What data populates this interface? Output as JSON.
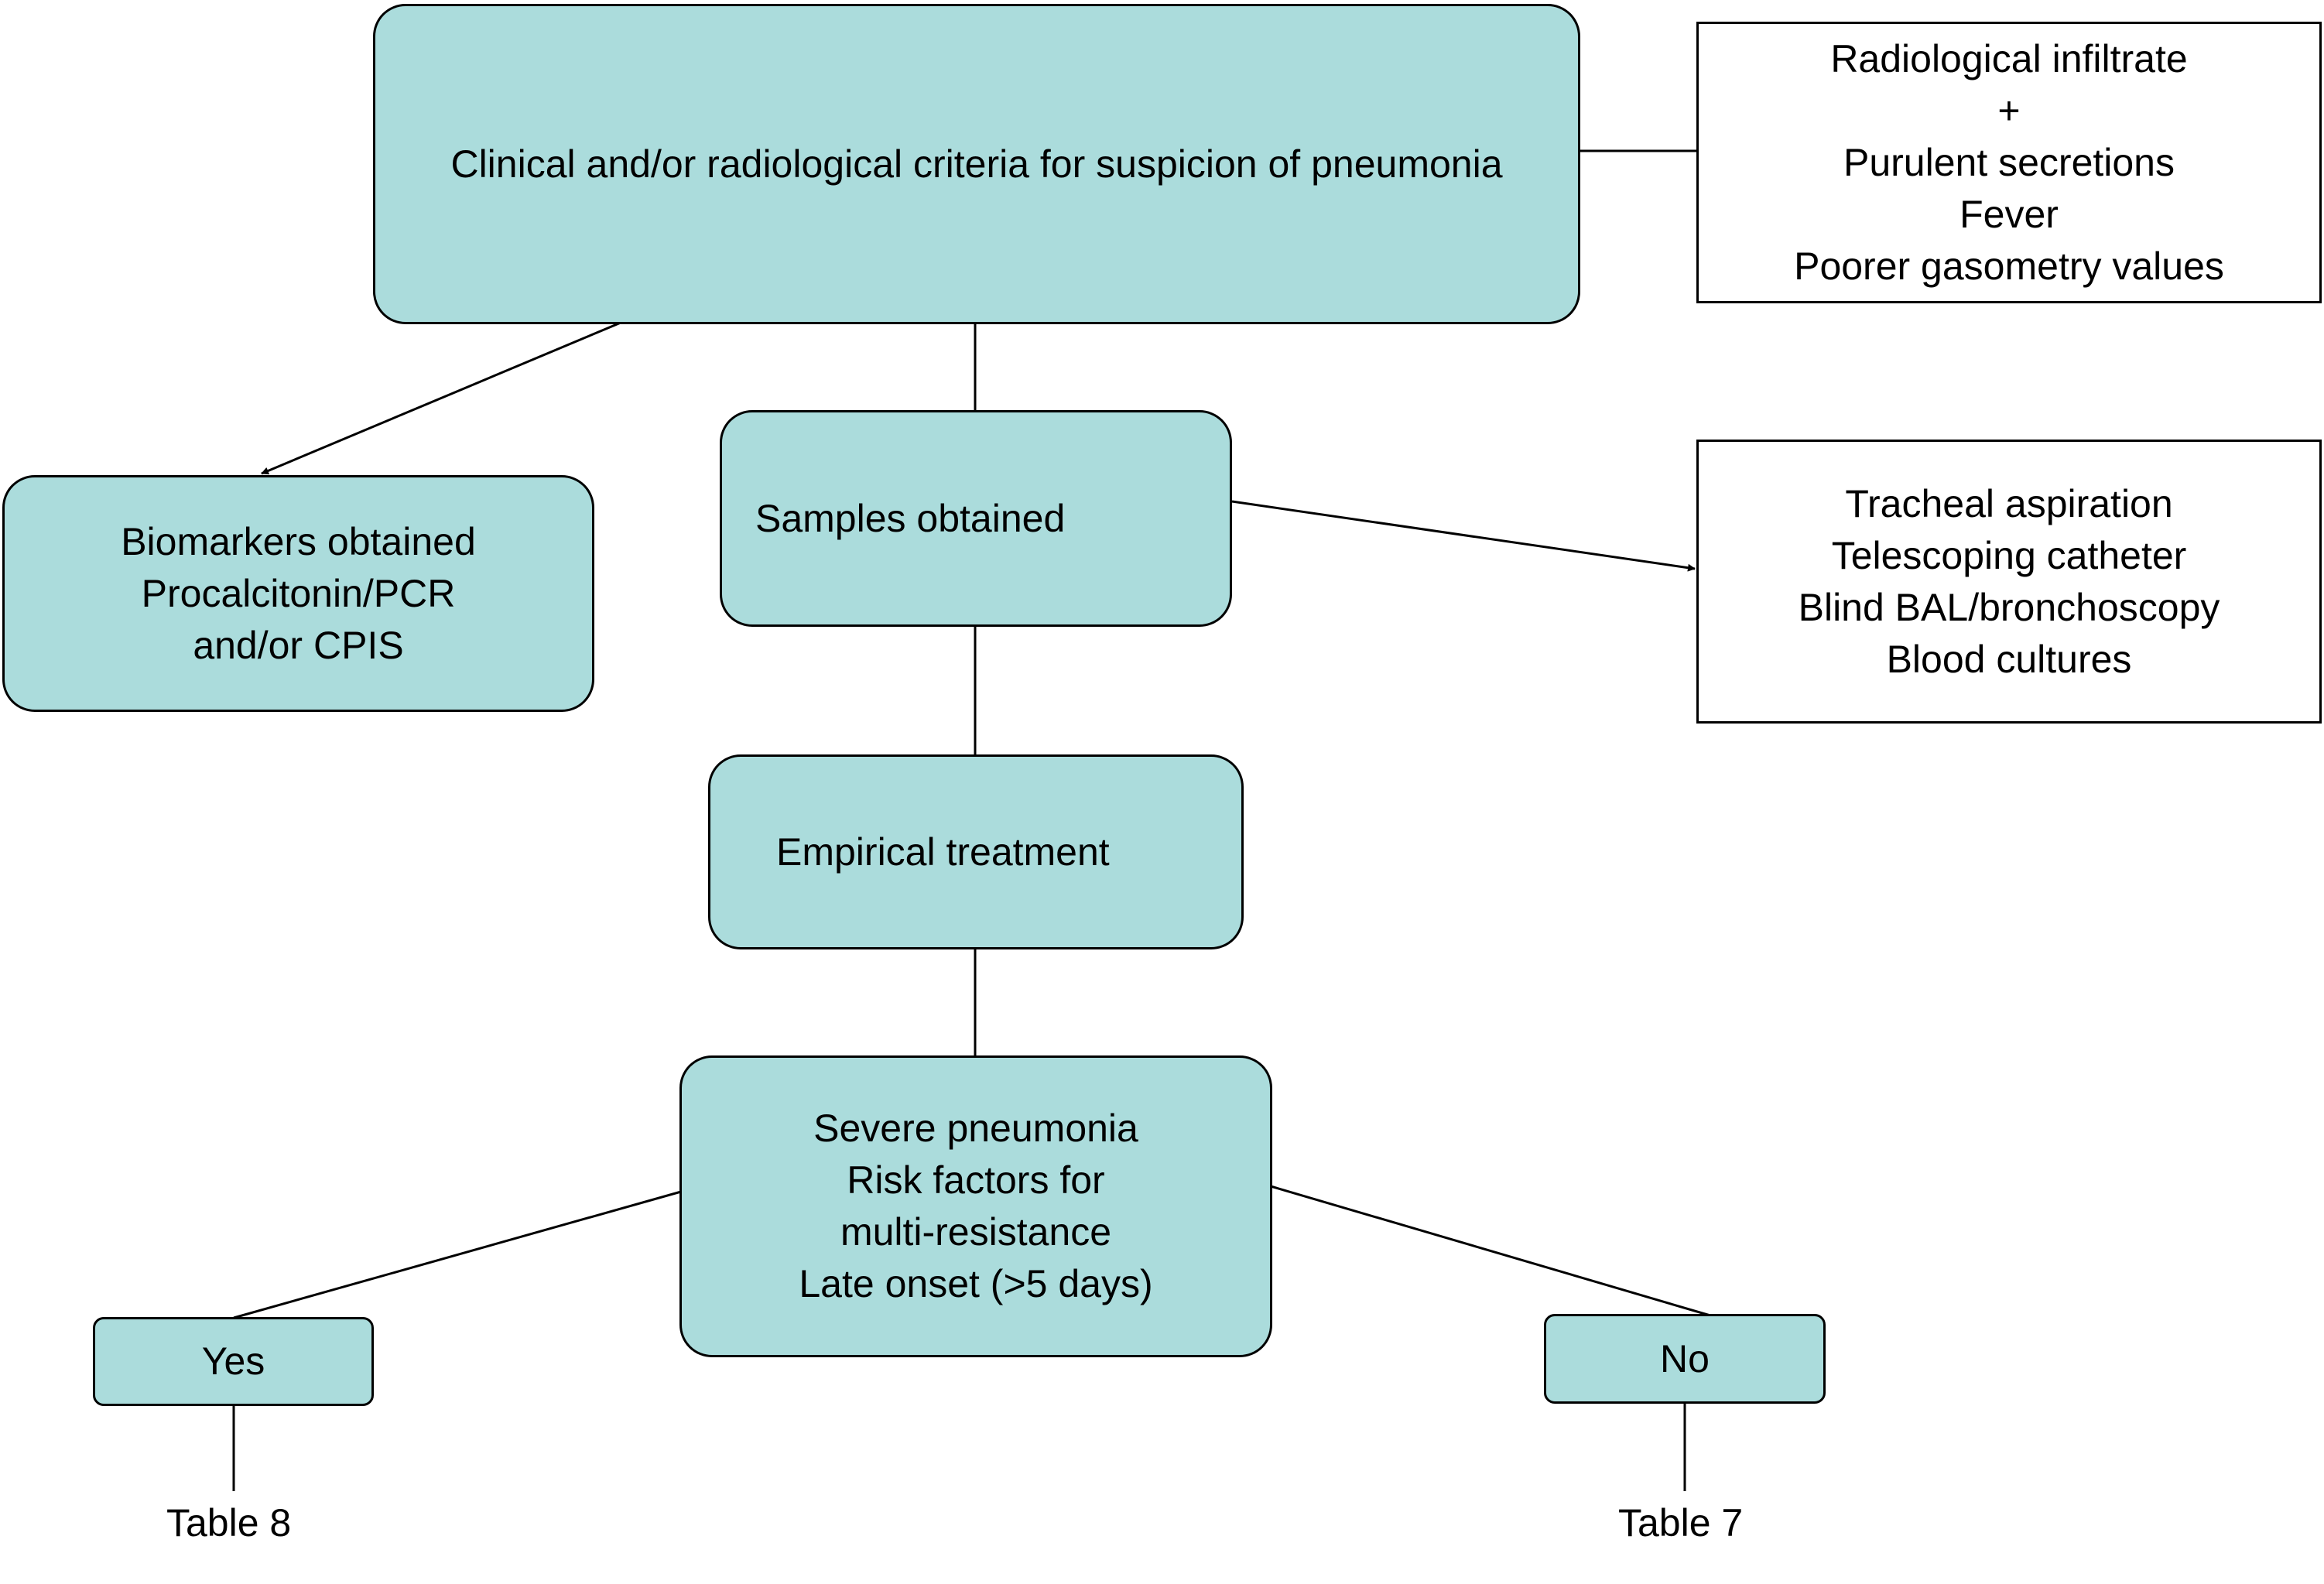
{
  "diagram": {
    "nodes": {
      "suspicion": {
        "lines": [
          "Clinical and/or radiological criteria for suspicion of pneumonia"
        ]
      },
      "criteria": {
        "lines": [
          "Radiological infiltrate",
          "+",
          "Purulent secretions",
          "Fever",
          "Poorer gasometry values"
        ]
      },
      "biomarkers": {
        "lines": [
          "Biomarkers obtained",
          "Procalcitonin/PCR",
          "and/or CPIS"
        ]
      },
      "samples": {
        "lines": [
          "Samples obtained"
        ]
      },
      "sample_methods": {
        "lines": [
          "Tracheal aspiration",
          "Telescoping catheter",
          "Blind BAL/bronchoscopy",
          "Blood cultures"
        ]
      },
      "empirical": {
        "lines": [
          "Empirical treatment"
        ]
      },
      "severe": {
        "lines": [
          "Severe pneumonia",
          "Risk factors for",
          "multi-resistance",
          "Late onset (>5 days)"
        ]
      },
      "yes": {
        "lines": [
          "Yes"
        ]
      },
      "no": {
        "lines": [
          "No"
        ]
      }
    },
    "outcomes": {
      "table8": "Table 8",
      "table7": "Table 7"
    },
    "colors": {
      "box_fill": "#abdcdc",
      "box_border": "#000000",
      "note_fill": "#ffffff",
      "line": "#000000"
    }
  }
}
